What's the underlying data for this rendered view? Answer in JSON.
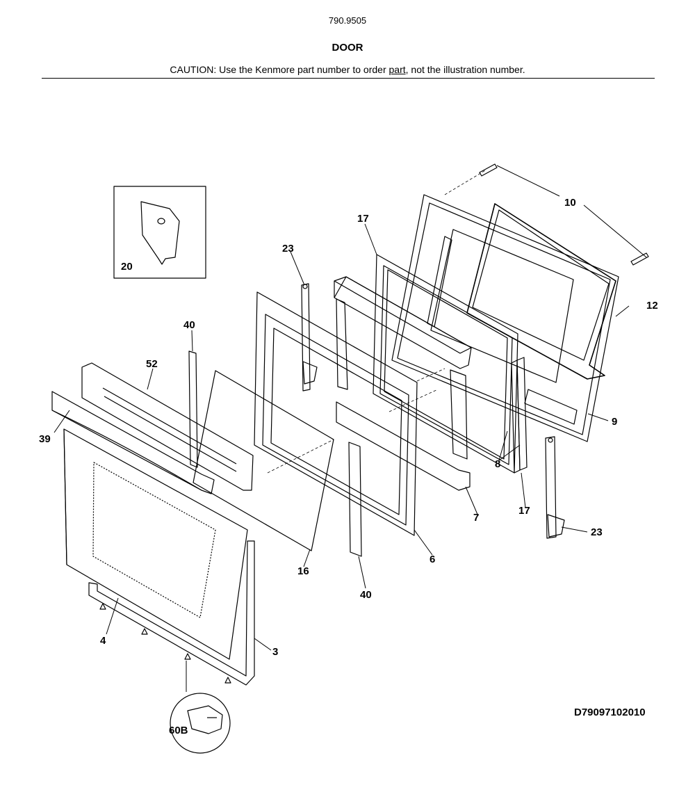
{
  "header": {
    "model_number": "790.9505",
    "section_title": "DOOR",
    "caution_prefix": "CAUTION: Use the Kenmore part number to order ",
    "caution_underlined": "part",
    "caution_suffix": ", not the illustration number."
  },
  "callouts": {
    "c10": "10",
    "c12": "12",
    "c9": "9",
    "c17a": "17",
    "c17b": "17",
    "c23a": "23",
    "c23b": "23",
    "c20": "20",
    "c40a": "40",
    "c40b": "40",
    "c52": "52",
    "c39": "39",
    "c8": "8",
    "c7": "7",
    "c6": "6",
    "c16": "16",
    "c4": "4",
    "c3": "3",
    "c60b": "60B"
  },
  "drawing_number": "D79097102010"
}
